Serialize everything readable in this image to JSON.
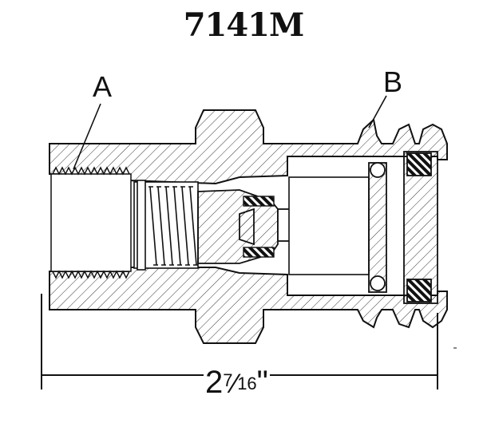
{
  "title": "7141M",
  "callouts": {
    "a": "A",
    "b": "B"
  },
  "dimension": {
    "whole": "2",
    "numerator": "7",
    "slash": "⁄",
    "denominator": "16",
    "unit": "\""
  }
}
